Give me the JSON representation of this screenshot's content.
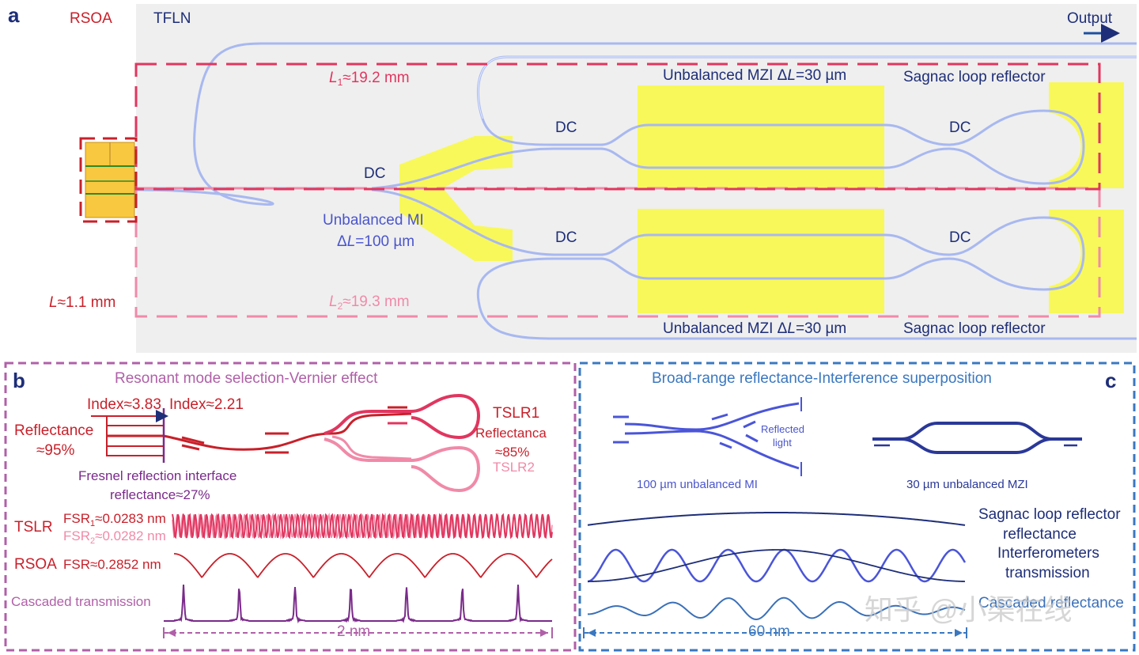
{
  "panel_a": {
    "letter": "a",
    "rsoa_label": "RSOA",
    "tfln_label": "TFLN",
    "output_label": "Output",
    "l1": {
      "sym": "L",
      "sub": "1",
      "value": "≈19.2 mm"
    },
    "l2": {
      "sym": "L",
      "sub": "2",
      "value": "≈19.3 mm"
    },
    "l_rsoa": {
      "sym": "L",
      "value": "≈1.1 mm"
    },
    "dc_label": "DC",
    "mzi_label_prefix": "Unbalanced MZI Δ",
    "mzi_label_sym": "L",
    "mzi_label_suffix": "=30 µm",
    "sagnac_label": "Sagnac loop reflector",
    "mi_line1": "Unbalanced MI",
    "mi_line2_prefix": "Δ",
    "mi_line2_sym": "L",
    "mi_line2_suffix": "=100 µm",
    "colors": {
      "l1": "#e0365f",
      "l2": "#f08aa8",
      "rsoa": "#c8202a",
      "blue_text": "#2b3f96",
      "mi_text": "#4a55cc",
      "heater": "#f8f85a",
      "chip_bg": "#efefef"
    }
  },
  "panel_b": {
    "letter": "b",
    "title": "Resonant mode selection-Vernier effect",
    "index1": "Index≈3.83",
    "index2": "Index≈2.21",
    "reflectance_line1": "Reflectance",
    "reflectance_line2": "≈95%",
    "fresnel_line1": "Fresnel reflection interface",
    "fresnel_line2": "reflectance≈27%",
    "tslr1_line1": "TSLR1",
    "tslr1_line2": "Reflectanca",
    "tslr1_line3": "≈85%",
    "tslr2": "TSLR2",
    "row_tslr": "TSLR",
    "fsr1": {
      "prefix": "FSR",
      "sub": "1",
      "value": "≈0.0283 nm"
    },
    "fsr2": {
      "prefix": "FSR",
      "sub": "2",
      "value": "≈0.0282 nm"
    },
    "row_rsoa": "RSOA",
    "fsr_rsoa": "FSR≈0.2852 nm",
    "row_cascaded": "Cascaded transmission",
    "span": "2 nm",
    "colors": {
      "frame": "#b060a8",
      "title": "#b060a8",
      "red": "#c8202a",
      "pink": "#e0365f",
      "light_pink": "#f08aa8",
      "purple": "#7a2a8a"
    }
  },
  "panel_c": {
    "letter": "c",
    "title": "Broad-range reflectance-Interference superposition",
    "reflected_line1": "Reflected",
    "reflected_line2": "light",
    "mi_caption": "100 µm unbalanced MI",
    "mzi_caption": "30 µm unbalanced MZI",
    "sagnac_line1": "Sagnac loop reflector",
    "sagnac_line2": "reflectance",
    "interf_line1": "Interferometers",
    "interf_line2": "transmission",
    "cascaded": "Cascaded reflectance",
    "span": "60 nm",
    "colors": {
      "frame": "#3a78c0",
      "title": "#3a78c0",
      "dark": "#1e2e78",
      "mid": "#4a55d8",
      "steel": "#3a70b8"
    }
  },
  "watermark": "知乎 @小渠在线"
}
